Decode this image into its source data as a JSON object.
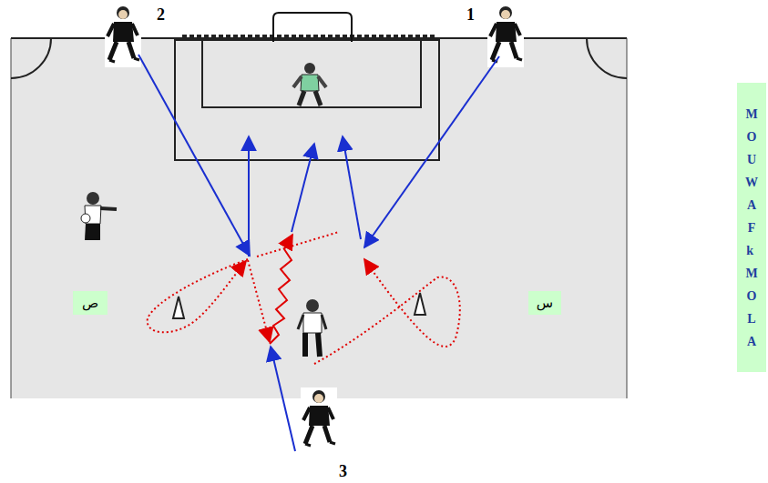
{
  "diagram": {
    "nodes": [
      {
        "text": [
          "ص"
        ]
      },
      {
        "text": [
          "س"
        ]
      },
      {
        "text": [
          "MOUWAFk MOLA"
        ]
      }
    ],
    "labels": [
      "2",
      "1",
      "3"
    ]
  }
}
